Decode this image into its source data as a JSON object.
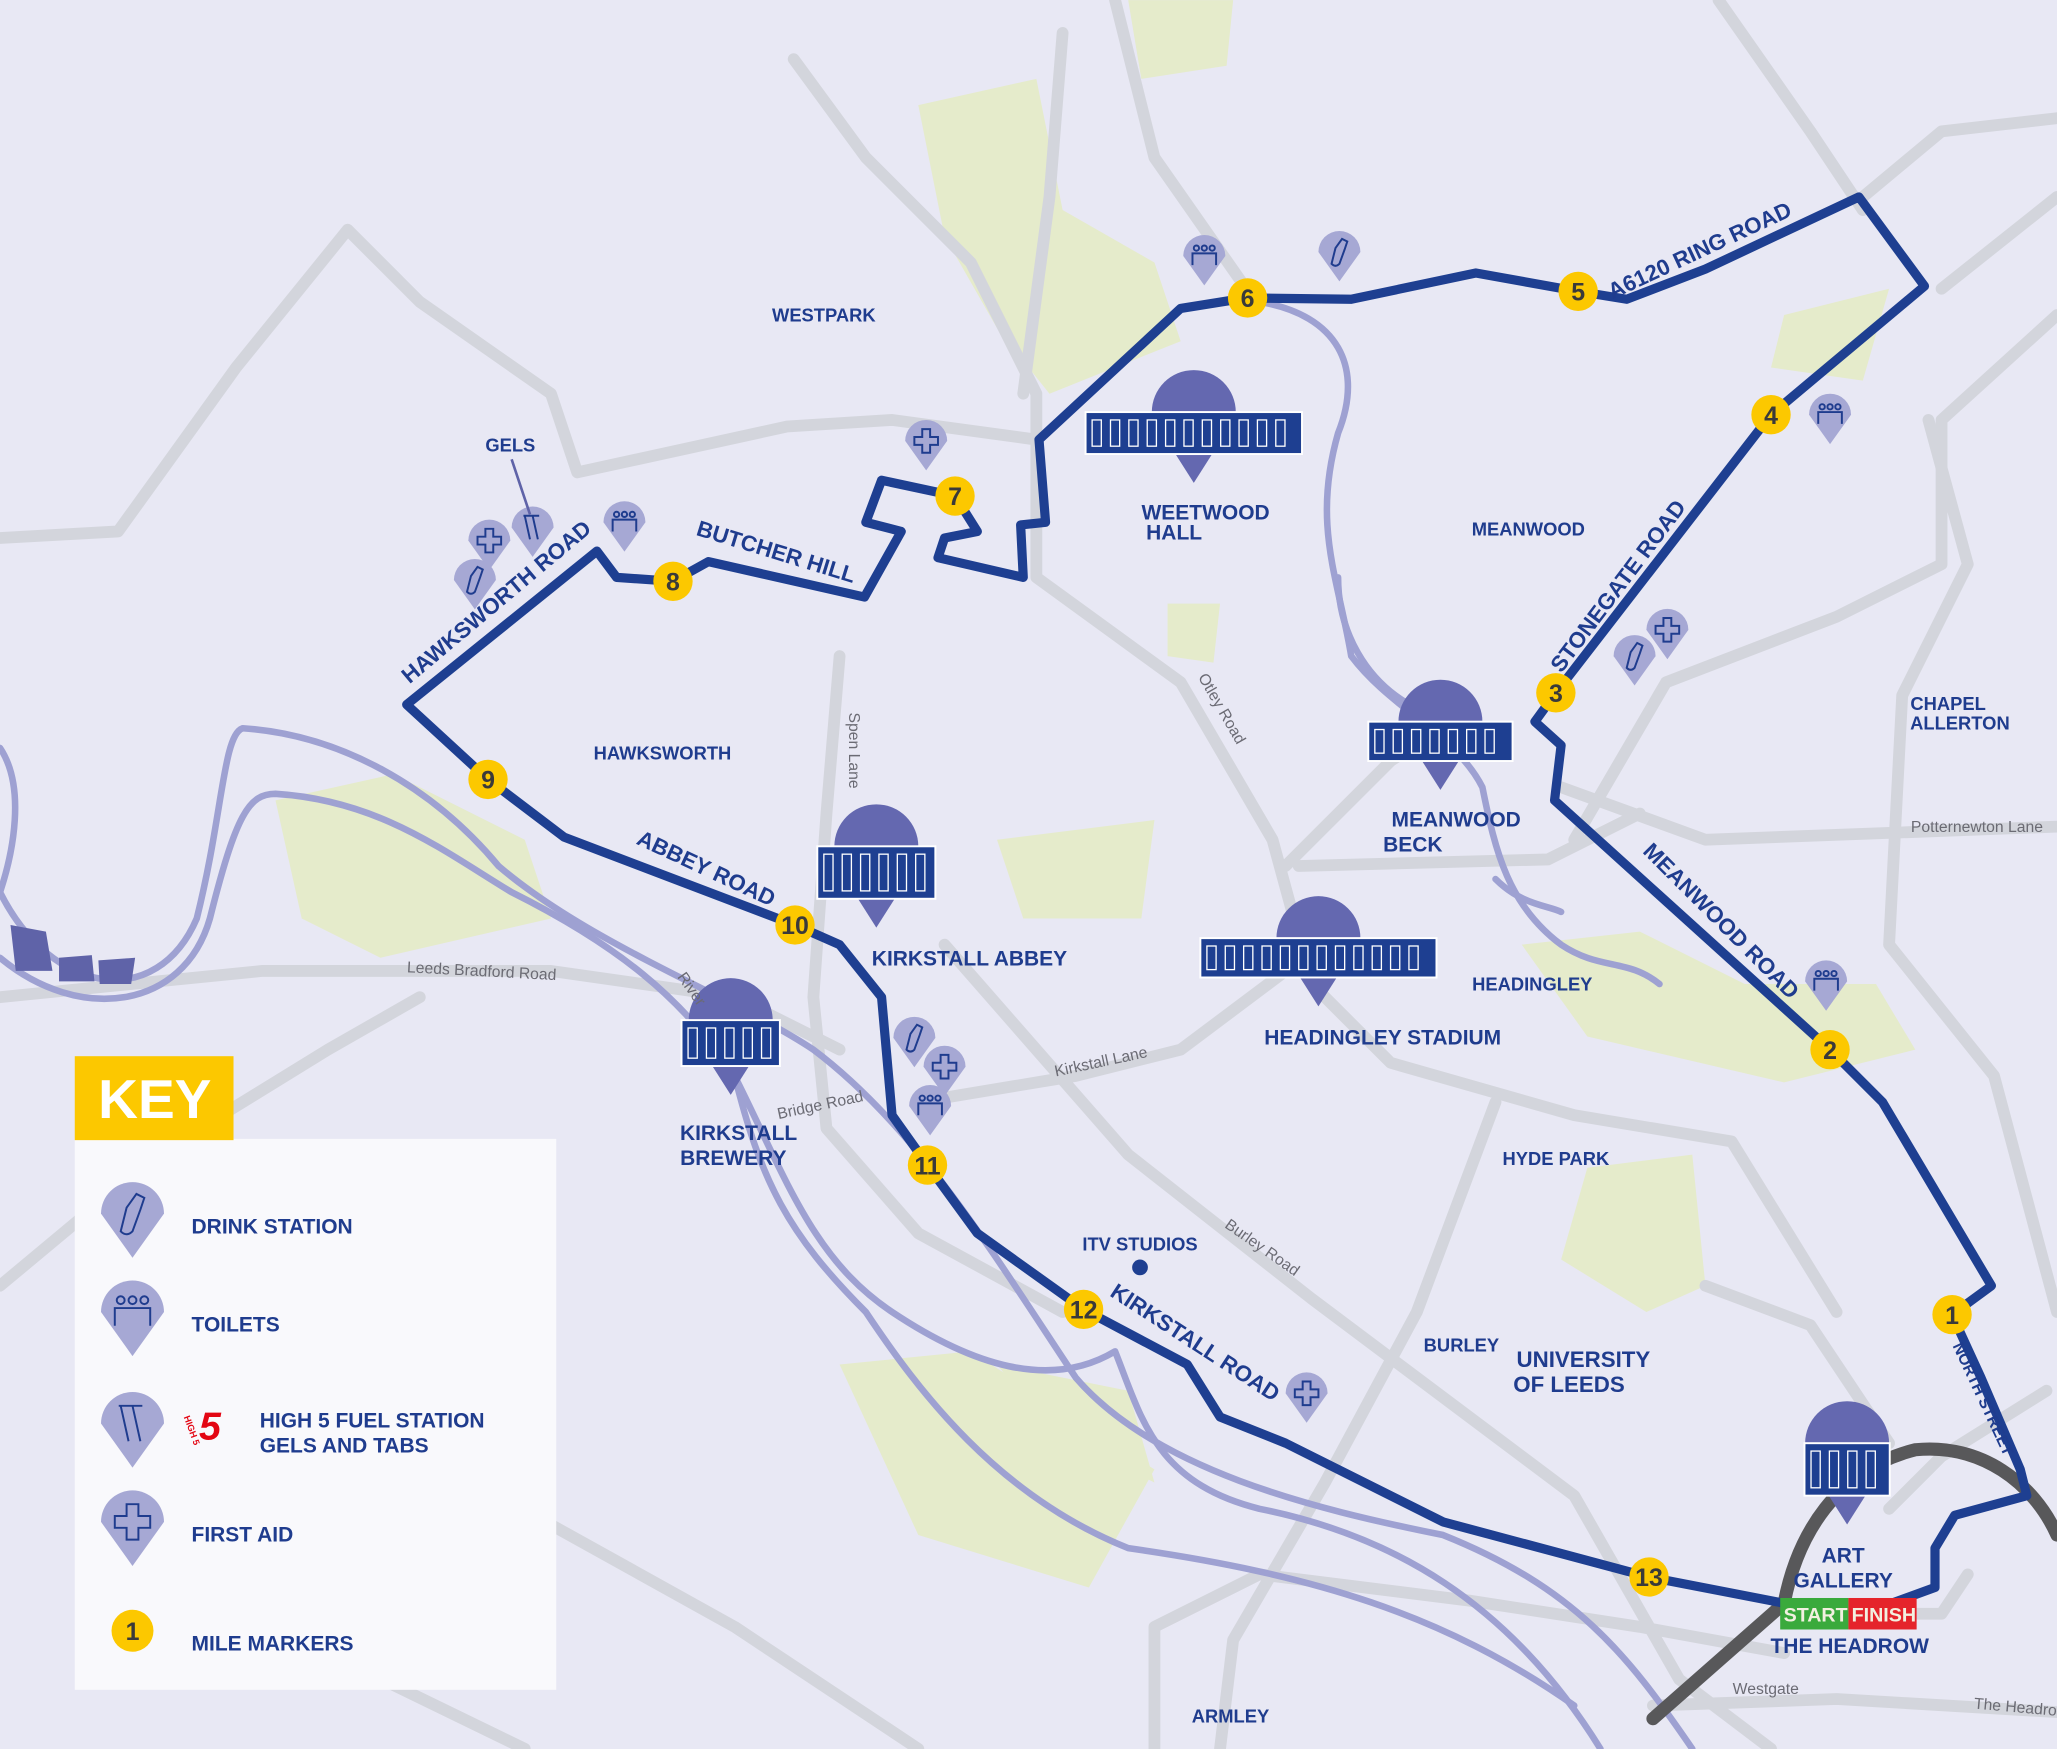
{
  "colors": {
    "background": "#e8e8f4",
    "route": "#1e3f91",
    "road": "#d3d5dc",
    "river": "#9ea1d2",
    "park": "#e5ebcb",
    "pin": "#a6a8d4",
    "mile_marker": "#fcc800",
    "key_header": "#fcc800",
    "start": "#3aaa3c",
    "finish": "#e5242b",
    "ring_road": "#58585a"
  },
  "map": {
    "areas": [
      "WESTPARK",
      "MEANWOOD",
      "HAWKSWORTH",
      "HEADINGLEY",
      "HYDE PARK",
      "BURLEY",
      "ARMLEY",
      "CHAPEL",
      "ALLERTON",
      "UNIVERSITY",
      "OF LEEDS",
      "GELS",
      "ITV STUDIOS"
    ],
    "landmarks": [
      "WEETWOOD",
      "HALL",
      "MEANWOOD",
      "BECK",
      "KIRKSTALL ABBEY",
      "HEADINGLEY STADIUM",
      "KIRKSTALL",
      "BREWERY",
      "ART",
      "GALLERY",
      "THE HEADROW"
    ],
    "route_roads": [
      "A6120 RING ROAD",
      "STONEGATE ROAD",
      "MEANWOOD ROAD",
      "NORTH STREET",
      "KIRKSTALL ROAD",
      "ABBEY ROAD",
      "BUTCHER HILL",
      "HAWKSWORTH ROAD"
    ],
    "other_roads": [
      "Otley Road",
      "Spen Lane",
      "Leeds Bradford Road",
      "River",
      "Bridge Road",
      "Kirkstall Lane",
      "Burley Road",
      "Potternewton Lane",
      "Westgate",
      "The Headro"
    ],
    "mile_markers": [
      "1",
      "2",
      "3",
      "4",
      "5",
      "6",
      "7",
      "8",
      "9",
      "10",
      "11",
      "12",
      "13"
    ],
    "stations": [
      {
        "icon": "toilets-icon"
      },
      {
        "icon": "drink-bottle-icon"
      },
      {
        "icon": "toilets-icon"
      },
      {
        "icon": "first-aid-icon"
      },
      {
        "icon": "drink-bottle-icon"
      },
      {
        "icon": "toilets-icon"
      },
      {
        "icon": "first-aid-icon"
      },
      {
        "icon": "toilets-icon"
      },
      {
        "icon": "first-aid-icon"
      },
      {
        "icon": "gels-icon"
      },
      {
        "icon": "drink-bottle-icon"
      },
      {
        "icon": "drink-bottle-icon"
      },
      {
        "icon": "first-aid-icon"
      },
      {
        "icon": "toilets-icon"
      },
      {
        "icon": "first-aid-icon"
      }
    ],
    "start_label": "START",
    "finish_label": "FINISH"
  },
  "key": {
    "title": "KEY",
    "items": [
      {
        "icon": "drink-bottle-icon",
        "label": "DRINK STATION"
      },
      {
        "icon": "toilets-icon",
        "label": "TOILETS"
      },
      {
        "icon": "gels-icon",
        "label": "HIGH 5 FUEL STATION",
        "label2": "GELS AND TABS",
        "logo": "HIGH 5"
      },
      {
        "icon": "first-aid-icon",
        "label": "FIRST AID"
      },
      {
        "icon": "mile-marker-icon",
        "label": "MILE MARKERS",
        "marker": "1"
      }
    ]
  }
}
